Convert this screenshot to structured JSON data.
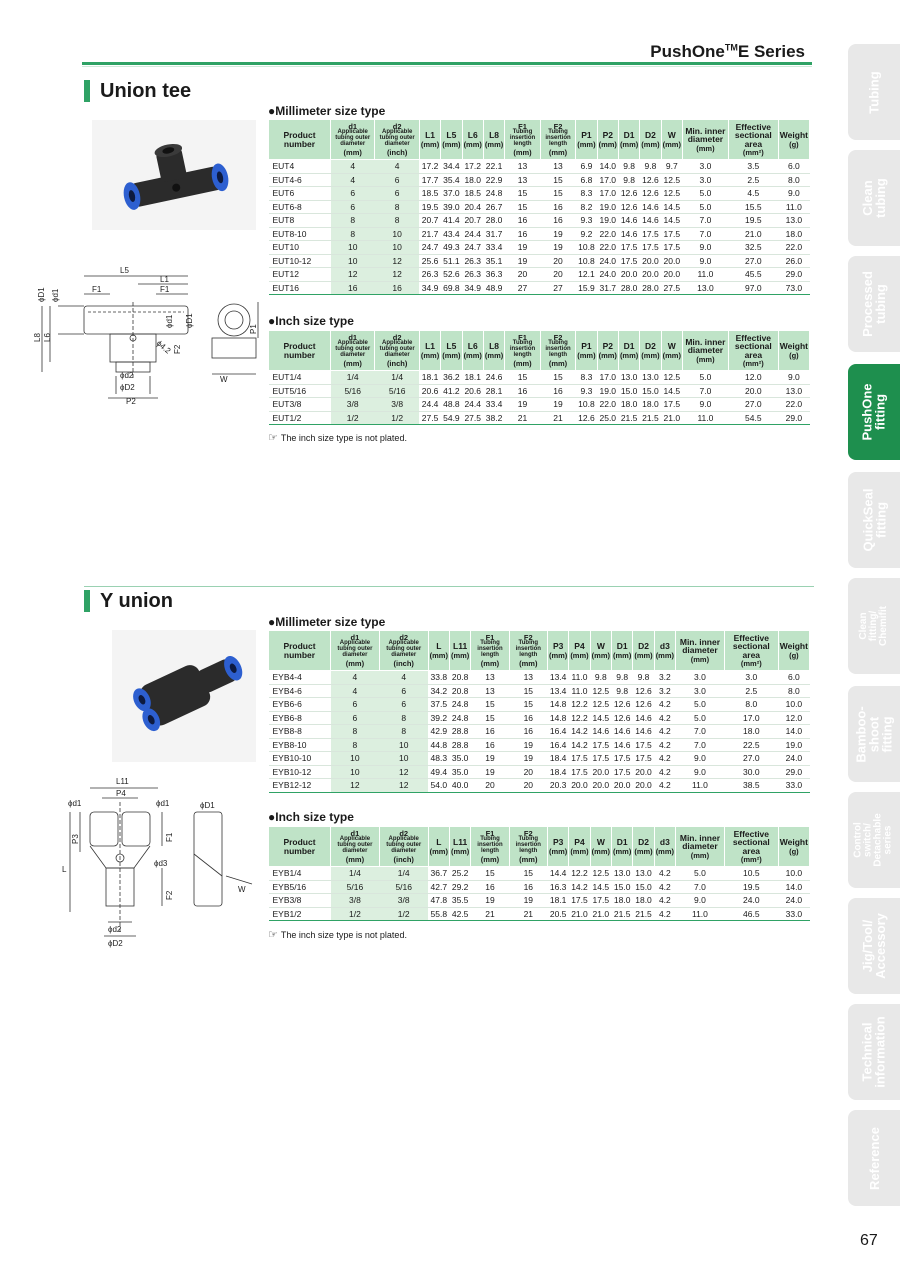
{
  "header": {
    "series_title": "PushOne",
    "series_tm": "TM",
    "series_suffix": "E Series"
  },
  "sections": {
    "union_tee": {
      "title": "Union tee"
    },
    "y_union": {
      "title": "Y union"
    }
  },
  "union_tee": {
    "mm": {
      "subtitle": "●Millimeter size type",
      "headers": [
        {
          "top": "Product number",
          "unit": ""
        },
        {
          "top": "d1",
          "sub": "Applicable tubing outer diameter",
          "unit": "(mm)"
        },
        {
          "top": "d2",
          "sub": "Applicable tubing outer diameter",
          "unit": "(inch)"
        },
        {
          "top": "L1",
          "unit": "(mm)"
        },
        {
          "top": "L5",
          "unit": "(mm)"
        },
        {
          "top": "L6",
          "unit": "(mm)"
        },
        {
          "top": "L8",
          "unit": "(mm)"
        },
        {
          "top": "F1",
          "sub": "Tubing insertion length",
          "unit": "(mm)"
        },
        {
          "top": "F2",
          "sub": "Tubing insertion length",
          "unit": "(mm)"
        },
        {
          "top": "P1",
          "unit": "(mm)"
        },
        {
          "top": "P2",
          "unit": "(mm)"
        },
        {
          "top": "D1",
          "unit": "(mm)"
        },
        {
          "top": "D2",
          "unit": "(mm)"
        },
        {
          "top": "W",
          "unit": "(mm)"
        },
        {
          "top": "Min. inner diameter",
          "unit": "(mm)"
        },
        {
          "top": "Effective sectional area",
          "unit": "(mm²)"
        },
        {
          "top": "Weight",
          "unit": "(g)"
        }
      ],
      "rows": [
        [
          "EUT4",
          "4",
          "4",
          "17.2",
          "34.4",
          "17.2",
          "22.1",
          "13",
          "13",
          "6.9",
          "14.0",
          "9.8",
          "9.8",
          "9.7",
          "3.0",
          "3.5",
          "6.0"
        ],
        [
          "EUT4-6",
          "4",
          "6",
          "17.7",
          "35.4",
          "18.0",
          "22.9",
          "13",
          "15",
          "6.8",
          "17.0",
          "9.8",
          "12.6",
          "12.5",
          "3.0",
          "2.5",
          "8.0"
        ],
        [
          "EUT6",
          "6",
          "6",
          "18.5",
          "37.0",
          "18.5",
          "24.8",
          "15",
          "15",
          "8.3",
          "17.0",
          "12.6",
          "12.6",
          "12.5",
          "5.0",
          "4.5",
          "9.0"
        ],
        [
          "EUT6-8",
          "6",
          "8",
          "19.5",
          "39.0",
          "20.4",
          "26.7",
          "15",
          "16",
          "8.2",
          "19.0",
          "12.6",
          "14.6",
          "14.5",
          "5.0",
          "15.5",
          "11.0"
        ],
        [
          "EUT8",
          "8",
          "8",
          "20.7",
          "41.4",
          "20.7",
          "28.0",
          "16",
          "16",
          "9.3",
          "19.0",
          "14.6",
          "14.6",
          "14.5",
          "7.0",
          "19.5",
          "13.0"
        ],
        [
          "EUT8-10",
          "8",
          "10",
          "21.7",
          "43.4",
          "24.4",
          "31.7",
          "16",
          "19",
          "9.2",
          "22.0",
          "14.6",
          "17.5",
          "17.5",
          "7.0",
          "21.0",
          "18.0"
        ],
        [
          "EUT10",
          "10",
          "10",
          "24.7",
          "49.3",
          "24.7",
          "33.4",
          "19",
          "19",
          "10.8",
          "22.0",
          "17.5",
          "17.5",
          "17.5",
          "9.0",
          "32.5",
          "22.0"
        ],
        [
          "EUT10-12",
          "10",
          "12",
          "25.6",
          "51.1",
          "26.3",
          "35.1",
          "19",
          "20",
          "10.8",
          "24.0",
          "17.5",
          "20.0",
          "20.0",
          "9.0",
          "27.0",
          "26.0"
        ],
        [
          "EUT12",
          "12",
          "12",
          "26.3",
          "52.6",
          "26.3",
          "36.3",
          "20",
          "20",
          "12.1",
          "24.0",
          "20.0",
          "20.0",
          "20.0",
          "11.0",
          "45.5",
          "29.0"
        ],
        [
          "EUT16",
          "16",
          "16",
          "34.9",
          "69.8",
          "34.9",
          "48.9",
          "27",
          "27",
          "15.9",
          "31.7",
          "28.0",
          "28.0",
          "27.5",
          "13.0",
          "97.0",
          "73.0"
        ]
      ]
    },
    "inch": {
      "subtitle": "●Inch size type",
      "headers": [
        {
          "top": "Product number",
          "unit": ""
        },
        {
          "top": "d1",
          "sub": "Applicable tubing outer diameter",
          "unit": "(mm)"
        },
        {
          "top": "d2",
          "sub": "Applicable tubing outer diameter",
          "unit": "(inch)"
        },
        {
          "top": "L1",
          "unit": "(mm)"
        },
        {
          "top": "L5",
          "unit": "(mm)"
        },
        {
          "top": "L6",
          "unit": "(mm)"
        },
        {
          "top": "L8",
          "unit": "(mm)"
        },
        {
          "top": "F1",
          "sub": "Tubing insertion length",
          "unit": "(mm)"
        },
        {
          "top": "F2",
          "sub": "Tubing insertion length",
          "unit": "(mm)"
        },
        {
          "top": "P1",
          "unit": "(mm)"
        },
        {
          "top": "P2",
          "unit": "(mm)"
        },
        {
          "top": "D1",
          "unit": "(mm)"
        },
        {
          "top": "D2",
          "unit": "(mm)"
        },
        {
          "top": "W",
          "unit": "(mm)"
        },
        {
          "top": "Min. inner diameter",
          "unit": "(mm)"
        },
        {
          "top": "Effective sectional area",
          "unit": "(mm²)"
        },
        {
          "top": "Weight",
          "unit": "(g)"
        }
      ],
      "rows": [
        [
          "EUT1/4",
          "1/4",
          "1/4",
          "18.1",
          "36.2",
          "18.1",
          "24.6",
          "15",
          "15",
          "8.3",
          "17.0",
          "13.0",
          "13.0",
          "12.5",
          "5.0",
          "12.0",
          "9.0"
        ],
        [
          "EUT5/16",
          "5/16",
          "5/16",
          "20.6",
          "41.2",
          "20.6",
          "28.1",
          "16",
          "16",
          "9.3",
          "19.0",
          "15.0",
          "15.0",
          "14.5",
          "7.0",
          "20.0",
          "13.0"
        ],
        [
          "EUT3/8",
          "3/8",
          "3/8",
          "24.4",
          "48.8",
          "24.4",
          "33.4",
          "19",
          "19",
          "10.8",
          "22.0",
          "18.0",
          "18.0",
          "17.5",
          "9.0",
          "27.0",
          "22.0"
        ],
        [
          "EUT1/2",
          "1/2",
          "1/2",
          "27.5",
          "54.9",
          "27.5",
          "38.2",
          "21",
          "21",
          "12.6",
          "25.0",
          "21.5",
          "21.5",
          "21.0",
          "11.0",
          "54.5",
          "29.0"
        ]
      ],
      "note": "The inch size type is not plated."
    },
    "diagram_labels": {
      "L5": "L5",
      "L1": "L1",
      "F1": "F1",
      "D1": "ϕD1",
      "d1": "ϕd1",
      "L8": "L8",
      "L6": "L6",
      "d2": "ϕd2",
      "D2": "ϕD2",
      "P2": "P2",
      "P1": "P1",
      "W": "W",
      "F2": "F2",
      "hole": "ϕ4.2"
    }
  },
  "y_union": {
    "mm": {
      "subtitle": "●Millimeter size type",
      "headers": [
        {
          "top": "Product number",
          "unit": ""
        },
        {
          "top": "d1",
          "sub": "Applicable tubing outer diameter",
          "unit": "(mm)"
        },
        {
          "top": "d2",
          "sub": "Applicable tubing outer diameter",
          "unit": "(inch)"
        },
        {
          "top": "L",
          "unit": "(mm)"
        },
        {
          "top": "L11",
          "unit": "(mm)"
        },
        {
          "top": "F1",
          "sub": "Tubing insertion length",
          "unit": "(mm)"
        },
        {
          "top": "F2",
          "sub": "Tubing insertion length",
          "unit": "(mm)"
        },
        {
          "top": "P3",
          "unit": "(mm)"
        },
        {
          "top": "P4",
          "unit": "(mm)"
        },
        {
          "top": "W",
          "unit": "(mm)"
        },
        {
          "top": "D1",
          "unit": "(mm)"
        },
        {
          "top": "D2",
          "unit": "(mm)"
        },
        {
          "top": "d3",
          "unit": "(mm)"
        },
        {
          "top": "Min. inner diameter",
          "unit": "(mm)"
        },
        {
          "top": "Effective sectional area",
          "unit": "(mm²)"
        },
        {
          "top": "Weight",
          "unit": "(g)"
        }
      ],
      "rows": [
        [
          "EYB4-4",
          "4",
          "4",
          "33.8",
          "20.8",
          "13",
          "13",
          "13.4",
          "11.0",
          "9.8",
          "9.8",
          "9.8",
          "3.2",
          "3.0",
          "3.0",
          "6.0"
        ],
        [
          "EYB4-6",
          "4",
          "6",
          "34.2",
          "20.8",
          "13",
          "15",
          "13.4",
          "11.0",
          "12.5",
          "9.8",
          "12.6",
          "3.2",
          "3.0",
          "2.5",
          "8.0"
        ],
        [
          "EYB6-6",
          "6",
          "6",
          "37.5",
          "24.8",
          "15",
          "15",
          "14.8",
          "12.2",
          "12.5",
          "12.6",
          "12.6",
          "4.2",
          "5.0",
          "8.0",
          "10.0"
        ],
        [
          "EYB6-8",
          "6",
          "8",
          "39.2",
          "24.8",
          "15",
          "16",
          "14.8",
          "12.2",
          "14.5",
          "12.6",
          "14.6",
          "4.2",
          "5.0",
          "17.0",
          "12.0"
        ],
        [
          "EYB8-8",
          "8",
          "8",
          "42.9",
          "28.8",
          "16",
          "16",
          "16.4",
          "14.2",
          "14.6",
          "14.6",
          "14.6",
          "4.2",
          "7.0",
          "18.0",
          "14.0"
        ],
        [
          "EYB8-10",
          "8",
          "10",
          "44.8",
          "28.8",
          "16",
          "19",
          "16.4",
          "14.2",
          "17.5",
          "14.6",
          "17.5",
          "4.2",
          "7.0",
          "22.5",
          "19.0"
        ],
        [
          "EYB10-10",
          "10",
          "10",
          "48.3",
          "35.0",
          "19",
          "19",
          "18.4",
          "17.5",
          "17.5",
          "17.5",
          "17.5",
          "4.2",
          "9.0",
          "27.0",
          "24.0"
        ],
        [
          "EYB10-12",
          "10",
          "12",
          "49.4",
          "35.0",
          "19",
          "20",
          "18.4",
          "17.5",
          "20.0",
          "17.5",
          "20.0",
          "4.2",
          "9.0",
          "30.0",
          "29.0"
        ],
        [
          "EYB12-12",
          "12",
          "12",
          "54.0",
          "40.0",
          "20",
          "20",
          "20.3",
          "20.0",
          "20.0",
          "20.0",
          "20.0",
          "4.2",
          "11.0",
          "38.5",
          "33.0"
        ]
      ]
    },
    "inch": {
      "subtitle": "●Inch size type",
      "headers": [
        {
          "top": "Product number",
          "unit": ""
        },
        {
          "top": "d1",
          "sub": "Applicable tubing outer diameter",
          "unit": "(mm)"
        },
        {
          "top": "d2",
          "sub": "Applicable tubing outer diameter",
          "unit": "(inch)"
        },
        {
          "top": "L",
          "unit": "(mm)"
        },
        {
          "top": "L11",
          "unit": "(mm)"
        },
        {
          "top": "F1",
          "sub": "Tubing insertion length",
          "unit": "(mm)"
        },
        {
          "top": "F2",
          "sub": "Tubing insertion length",
          "unit": "(mm)"
        },
        {
          "top": "P3",
          "unit": "(mm)"
        },
        {
          "top": "P4",
          "unit": "(mm)"
        },
        {
          "top": "W",
          "unit": "(mm)"
        },
        {
          "top": "D1",
          "unit": "(mm)"
        },
        {
          "top": "D2",
          "unit": "(mm)"
        },
        {
          "top": "d3",
          "unit": "(mm)"
        },
        {
          "top": "Min. inner diameter",
          "unit": "(mm)"
        },
        {
          "top": "Effective sectional area",
          "unit": "(mm²)"
        },
        {
          "top": "Weight",
          "unit": "(g)"
        }
      ],
      "rows": [
        [
          "EYB1/4",
          "1/4",
          "1/4",
          "36.7",
          "25.2",
          "15",
          "15",
          "14.4",
          "12.2",
          "12.5",
          "13.0",
          "13.0",
          "4.2",
          "5.0",
          "10.5",
          "10.0"
        ],
        [
          "EYB5/16",
          "5/16",
          "5/16",
          "42.7",
          "29.2",
          "16",
          "16",
          "16.3",
          "14.2",
          "14.5",
          "15.0",
          "15.0",
          "4.2",
          "7.0",
          "19.5",
          "14.0"
        ],
        [
          "EYB3/8",
          "3/8",
          "3/8",
          "47.8",
          "35.5",
          "19",
          "19",
          "18.1",
          "17.5",
          "17.5",
          "18.0",
          "18.0",
          "4.2",
          "9.0",
          "24.0",
          "24.0"
        ],
        [
          "EYB1/2",
          "1/2",
          "1/2",
          "55.8",
          "42.5",
          "21",
          "21",
          "20.5",
          "21.0",
          "21.0",
          "21.5",
          "21.5",
          "4.2",
          "11.0",
          "46.5",
          "33.0"
        ]
      ],
      "note": "The inch size type is not plated."
    },
    "diagram_labels": {
      "L11": "L11",
      "P4": "P4",
      "d1a": "ϕd1",
      "d1b": "ϕd1",
      "D1": "ϕD1",
      "P3": "P3",
      "F1": "F1",
      "d3": "ϕd3",
      "L": "L",
      "F2": "F2",
      "W": "W",
      "d2": "ϕd2",
      "D2": "ϕD2"
    }
  },
  "sidebar": {
    "tabs": [
      {
        "label": "Tubing",
        "active": false
      },
      {
        "label": "Clean tubing",
        "active": false
      },
      {
        "label": "Processed tubing",
        "active": false
      },
      {
        "label": "PushOne fitting",
        "active": true
      },
      {
        "label": "QuickSeal fitting",
        "active": false
      },
      {
        "label": "Clean fitting/ Chemifit",
        "active": false
      },
      {
        "label": "Bamboo- shoot fitting",
        "active": false
      },
      {
        "label": "Control switch/ Detachable series",
        "active": false
      },
      {
        "label": "Jig/Tool/ Accessory",
        "active": false
      },
      {
        "label": "Technical information",
        "active": false
      },
      {
        "label": "Reference",
        "active": false
      }
    ]
  },
  "colors": {
    "accent": "#2fa265",
    "header_fill": "#bfe3c7",
    "active_tab": "#1e8f4e",
    "inactive_tab": "#e8e8e8",
    "fitting_blue": "#2d5fd0",
    "fitting_body": "#2b2b2b"
  },
  "page_number": "67"
}
